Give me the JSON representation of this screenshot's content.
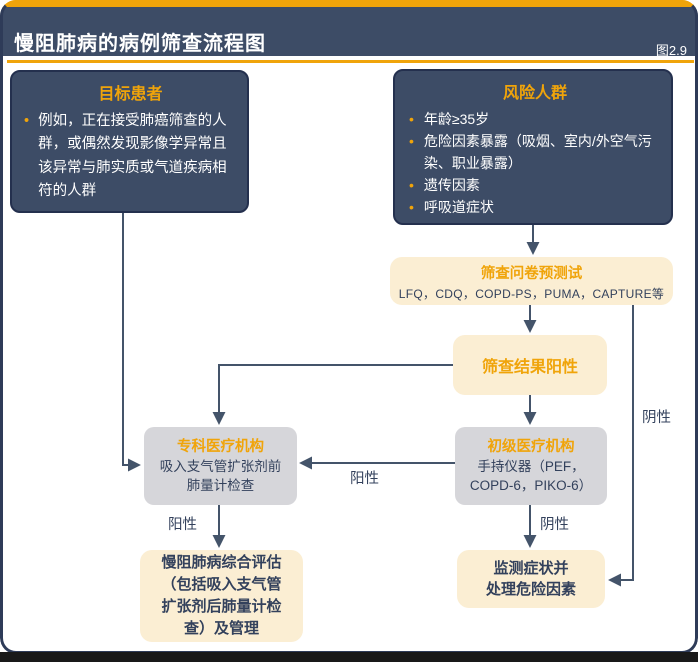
{
  "header": {
    "title": "慢阻肺病的病例筛查流程图",
    "figure_label": "图2.9"
  },
  "colors": {
    "navy": "#3D4C66",
    "navy_border": "#24304E",
    "gold": "#F0A40A",
    "cream": "#FBEED3",
    "gray": "#D6D6DA",
    "line": "#44546A",
    "ink": "#33415C"
  },
  "bullet_glyph": "•",
  "nodes": {
    "target_patients": {
      "title": "目标患者",
      "bullets": [
        "例如，正在接受肺癌筛查的人群，或偶然发现影像学异常且该异常与肺实质或气道疾病相符的人群"
      ]
    },
    "risk_population": {
      "title": "风险人群",
      "bullets": [
        "年龄≥35岁",
        "危险因素暴露（吸烟、室内/外空气污染、职业暴露）",
        "遗传因素",
        "呼吸道症状"
      ]
    },
    "questionnaire": {
      "title": "筛查问卷预测试",
      "subtitle": "LFQ，CDQ，COPD-PS，PUMA，CAPTURE等"
    },
    "screening_positive": {
      "title": "筛查结果阳性"
    },
    "specialist_facility": {
      "title": "专科医疗机构",
      "body_lines": [
        "吸入支气管扩张剂前",
        "肺量计检查"
      ]
    },
    "primary_care": {
      "title": "初级医疗机构",
      "body_lines": [
        "手持仪器（PEF，",
        "COPD-6，PIKO-6）"
      ]
    },
    "copd_assessment": {
      "title_lines": [
        "慢阻肺病综合评估",
        "（包括吸入支气管",
        "扩张剂后肺量计检",
        "查）及管理"
      ]
    },
    "monitor_symptoms": {
      "title_lines": [
        "监测症状并",
        "处理危险因素"
      ]
    }
  },
  "edge_labels": {
    "primary_to_specialist": "阳性",
    "specialist_to_assessment": "阳性",
    "primary_to_monitor": "阴性",
    "questionnaire_to_monitor": "阴性"
  }
}
